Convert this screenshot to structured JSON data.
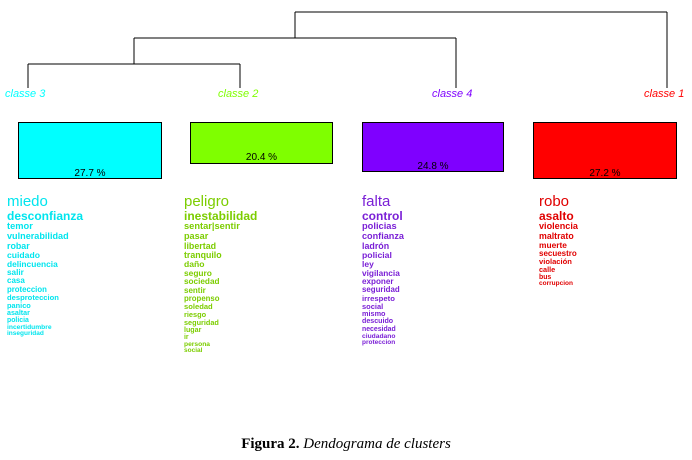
{
  "classes": [
    {
      "label": "classe  3",
      "percent": "27.7 %",
      "color": "#00ffff",
      "word_color": "#00e5ee",
      "words": [
        "miedo",
        "desconfianza",
        "temor",
        "vulnerabilidad",
        "robar",
        "cuidado",
        "delincuencia",
        "salir",
        "casa",
        "proteccion",
        "desproteccion",
        "panico",
        "asaltar",
        "policia",
        "incertidumbre",
        "inseguridad"
      ]
    },
    {
      "label": "classe  2",
      "percent": "20.4 %",
      "color": "#7fff00",
      "word_color": "#7ccd00",
      "words": [
        "peligro",
        "inestabilidad",
        "sentar|sentir",
        "pasar",
        "libertad",
        "tranquilo",
        "daño",
        "seguro",
        "sociedad",
        "sentir",
        "propenso",
        "soledad",
        "riesgo",
        "seguridad",
        "lugar",
        "ir",
        "persona",
        "social"
      ]
    },
    {
      "label": "classe  4",
      "percent": "24.8 %",
      "color": "#7f00ff",
      "word_color": "#7a1fd6",
      "words": [
        "falta",
        "control",
        "policias",
        "confianza",
        "ladrón",
        "policial",
        "ley",
        "vigilancia",
        "exponer",
        "seguridad",
        "irrespeto",
        "social",
        "mismo",
        "descuido",
        "necesidad",
        "ciudadano",
        "proteccion"
      ]
    },
    {
      "label": "classe  1",
      "percent": "27.2 %",
      "color": "#ff0000",
      "word_color": "#e00000",
      "words": [
        "robo",
        "asalto",
        "violencia",
        "maltrato",
        "muerte",
        "secuestro",
        "violación",
        "calle",
        "bus",
        "corrupcion"
      ]
    }
  ],
  "caption": {
    "label": "Figura 2.",
    "text": "Dendograma de clusters"
  }
}
